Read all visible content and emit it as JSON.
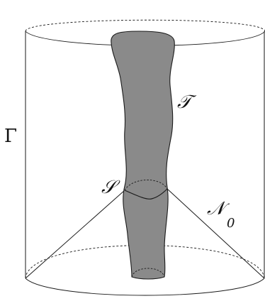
{
  "figure": {
    "labels": {
      "gamma": "Γ",
      "tube": "𝒯",
      "section": "𝒮",
      "neighborhood": "𝒩",
      "neighborhood_subscript": "0"
    },
    "colors": {
      "tube_fill": "#8a8a8a",
      "tube_stroke": "#1a1a1a",
      "line": "#1a1a1a",
      "background": "#ffffff"
    }
  }
}
